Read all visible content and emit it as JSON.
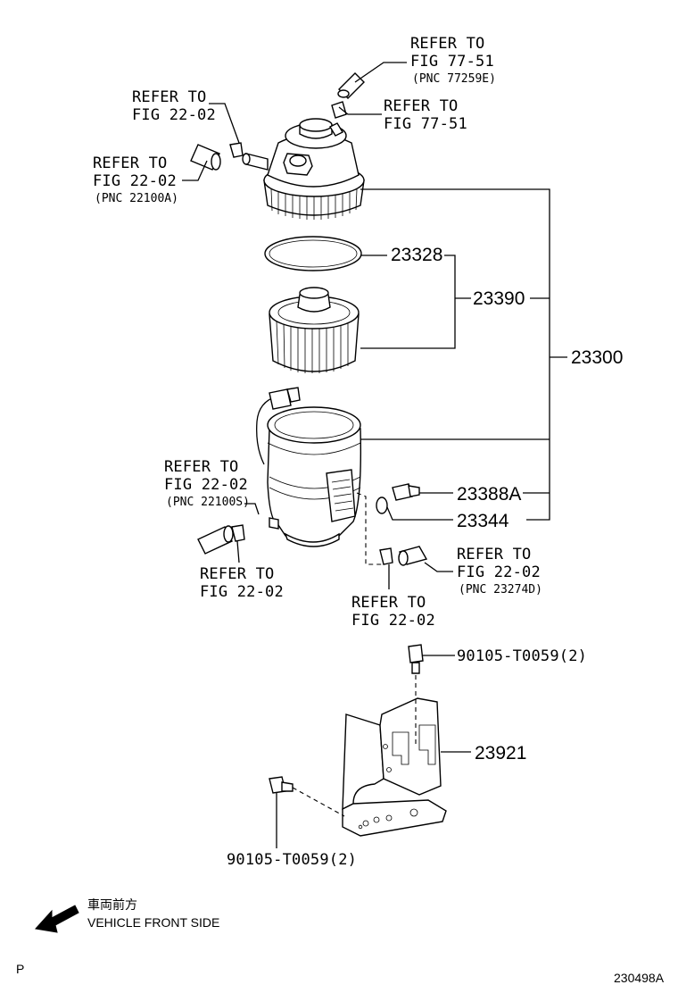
{
  "callouts": {
    "refer_77_51_pnc": {
      "line1": "REFER TO",
      "line2": "FIG 77-51",
      "line3": "(PNC 77259E)"
    },
    "refer_77_51": {
      "line1": "REFER TO",
      "line2": "FIG 77-51"
    },
    "refer_22_02_top": {
      "line1": "REFER TO",
      "line2": "FIG 22-02"
    },
    "refer_22_02_pnc_22100a": {
      "line1": "REFER TO",
      "line2": "FIG 22-02",
      "line3": "(PNC 22100A)"
    },
    "refer_22_02_pnc_22100s": {
      "line1": "REFER TO",
      "line2": "FIG 22-02",
      "line3": "(PNC 22100S)"
    },
    "refer_22_02_left_clip": {
      "line1": "REFER TO",
      "line2": "FIG 22-02"
    },
    "refer_22_02_pnc_23274d": {
      "line1": "REFER TO",
      "line2": "FIG 22-02",
      "line3": "(PNC 23274D)"
    },
    "refer_22_02_right_clip": {
      "line1": "REFER TO",
      "line2": "FIG 22-02"
    }
  },
  "part_numbers": {
    "p23328": "23328",
    "p23390": "23390",
    "p23300": "23300",
    "p23388a": "23388A",
    "p23344": "23344",
    "p90105_top": "90105-T0059(2)",
    "p23921": "23921",
    "p90105_bottom": "90105-T0059(2)"
  },
  "footer": {
    "direction_jp": "車両前方",
    "direction_en": "VEHICLE FRONT SIDE",
    "corner_mark": "P",
    "diagram_id": "230498A"
  }
}
